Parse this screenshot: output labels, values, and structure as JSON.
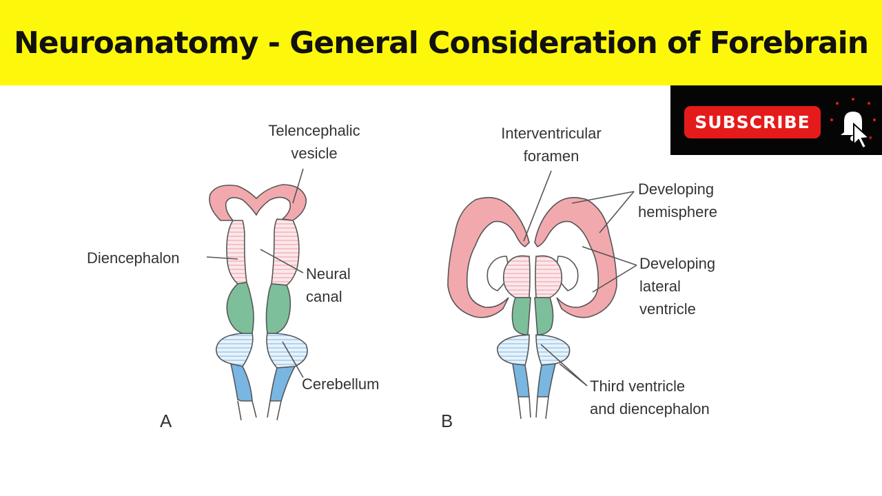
{
  "title": "Neuroanatomy - General Consideration of Forebrain",
  "subscribe": {
    "label": "SUBSCRIBE"
  },
  "colors": {
    "title_bg": "#fdf70b",
    "pink": "#f2a9ae",
    "green": "#7dbf9b",
    "blue": "#7ab6e2",
    "subscribe_red": "#e51b1b"
  },
  "icons": [
    "bell-icon",
    "cursor-icon"
  ],
  "figure_a": {
    "letter": "A",
    "labels": {
      "telencephalic_1": "Telencephalic",
      "telencephalic_2": "vesicle",
      "diencephalon": "Diencephalon",
      "neural_1": "Neural",
      "neural_2": "canal",
      "cerebellum": "Cerebellum"
    }
  },
  "figure_b": {
    "letter": "B",
    "labels": {
      "interventricular_1": "Interventricular",
      "interventricular_2": "foramen",
      "hemisphere_1": "Developing",
      "hemisphere_2": "hemisphere",
      "ventricle_1": "Developing",
      "ventricle_2": "lateral",
      "ventricle_3": "ventricle",
      "third_1": "Third ventricle",
      "third_2": "and diencephalon"
    }
  }
}
